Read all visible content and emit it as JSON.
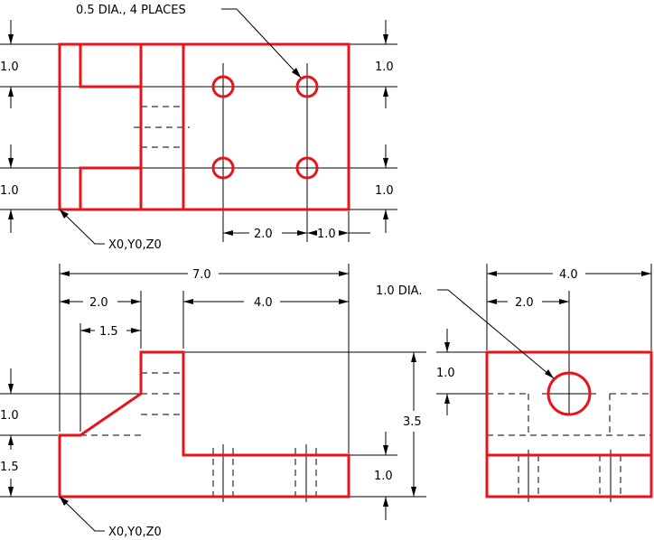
{
  "annotations": {
    "hole_callout": "0.5 DIA., 4 PLACES",
    "bore_callout": "1.0 DIA.",
    "origin_top": "X0,Y0,Z0",
    "origin_front": "X0,Y0,Z0"
  },
  "top_view": {
    "left_dim_upper": "1.0",
    "left_dim_lower": "1.0",
    "right_dim_upper": "1.0",
    "right_dim_lower": "1.0",
    "hole_spacing": "2.0",
    "hole_edge": "1.0"
  },
  "front_view": {
    "overall_width": "7.0",
    "step_width": "2.0",
    "slope_width": "1.5",
    "right_width": "4.0",
    "left_dim_upper": "1.0",
    "left_dim_lower": "1.5",
    "overall_height": "3.5",
    "right_base_height": "1.0"
  },
  "side_view": {
    "overall_width": "4.0",
    "bore_offset": "2.0",
    "bore_depth": "1.0"
  }
}
